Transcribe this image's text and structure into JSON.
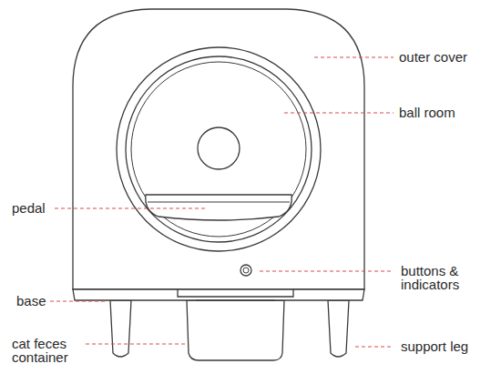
{
  "diagram": {
    "labels": [
      "outer cover",
      "ball room",
      "pedal",
      "buttons & indicators",
      "base",
      "cat feces container",
      "support leg"
    ]
  }
}
